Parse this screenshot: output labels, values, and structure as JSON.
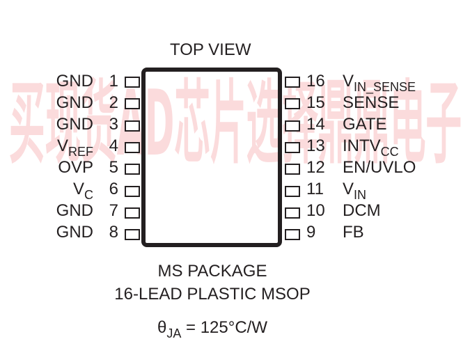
{
  "watermark": {
    "text": "买现货AD芯片选择鼎鼎电子",
    "color": "#e41e26"
  },
  "top_view": "TOP VIEW",
  "pins_left": [
    {
      "num": "1",
      "name": "GND",
      "sub": ""
    },
    {
      "num": "2",
      "name": "GND",
      "sub": ""
    },
    {
      "num": "3",
      "name": "GND",
      "sub": ""
    },
    {
      "num": "4",
      "name": "V",
      "sub": "REF"
    },
    {
      "num": "5",
      "name": "OVP",
      "sub": ""
    },
    {
      "num": "6",
      "name": "V",
      "sub": "C"
    },
    {
      "num": "7",
      "name": "GND",
      "sub": ""
    },
    {
      "num": "8",
      "name": "GND",
      "sub": ""
    }
  ],
  "pins_right": [
    {
      "num": "16",
      "name": "V",
      "sub": "IN_SENSE"
    },
    {
      "num": "15",
      "name": "SENSE",
      "sub": ""
    },
    {
      "num": "14",
      "name": "GATE",
      "sub": ""
    },
    {
      "num": "13",
      "name": "INTV",
      "sub": "CC"
    },
    {
      "num": "12",
      "name": "EN/UVLO",
      "sub": ""
    },
    {
      "num": "11",
      "name": "V",
      "sub": "IN"
    },
    {
      "num": "10",
      "name": "DCM",
      "sub": ""
    },
    {
      "num": "9",
      "name": "FB",
      "sub": ""
    }
  ],
  "package_line1": "MS PACKAGE",
  "package_line2": "16-LEAD PLASTIC MSOP",
  "theta": {
    "symbol": "θ",
    "sub": "JA",
    "value": " = 125°C/W"
  }
}
